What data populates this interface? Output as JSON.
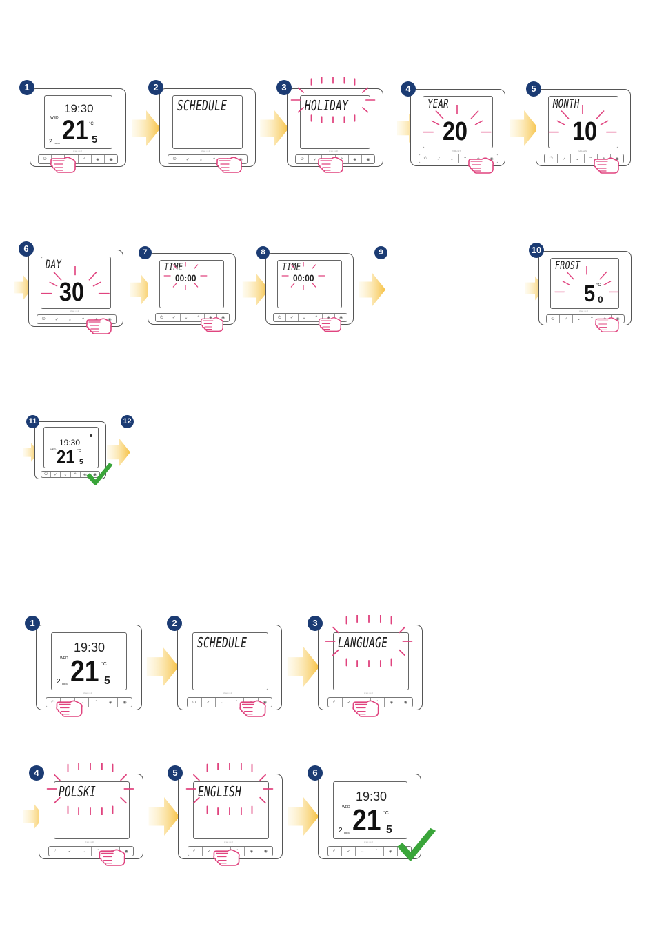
{
  "colors": {
    "badge": "#1b3b73",
    "arrow": "#f6c955",
    "ray": "#e0447f",
    "hand": "#e0447f",
    "check": "#3aa53a"
  },
  "icons": [
    "hand-press-icon",
    "arrow-right-icon",
    "check-icon",
    "flash-rays-icon"
  ],
  "common": {
    "time": "19:30",
    "day": "WED",
    "temp_int": "21",
    "temp_dec": "5",
    "deg": "°C",
    "prog_num": "2",
    "prog_label": "PROG",
    "brand": "SALUS",
    "btn_power": "⏻",
    "btn_ok": "✓",
    "btn_down": "⌄",
    "btn_up": "⌃",
    "btn_flame": "◈",
    "btn_fan": "◉"
  },
  "section1": {
    "badges": [
      "1",
      "2",
      "3",
      "4",
      "5",
      "6",
      "7",
      "8",
      "9",
      "10",
      "11",
      "12"
    ],
    "schedule": "SCHEDULE",
    "holiday": "HOLIDAY",
    "year": "YEAR",
    "year_val": "20",
    "month": "MONTH",
    "month_val": "10",
    "day": "DAY",
    "day_val": "30",
    "time": "TIME",
    "time_val": "00:00",
    "frost": "FROST",
    "frost_int": "5",
    "frost_dec": "0"
  },
  "section2": {
    "badges": [
      "1",
      "2",
      "3",
      "4",
      "5",
      "6"
    ],
    "schedule": "SCHEDULE",
    "language": "LANGUAGE",
    "polski": "POLSKI",
    "english": "ENGLISH"
  }
}
